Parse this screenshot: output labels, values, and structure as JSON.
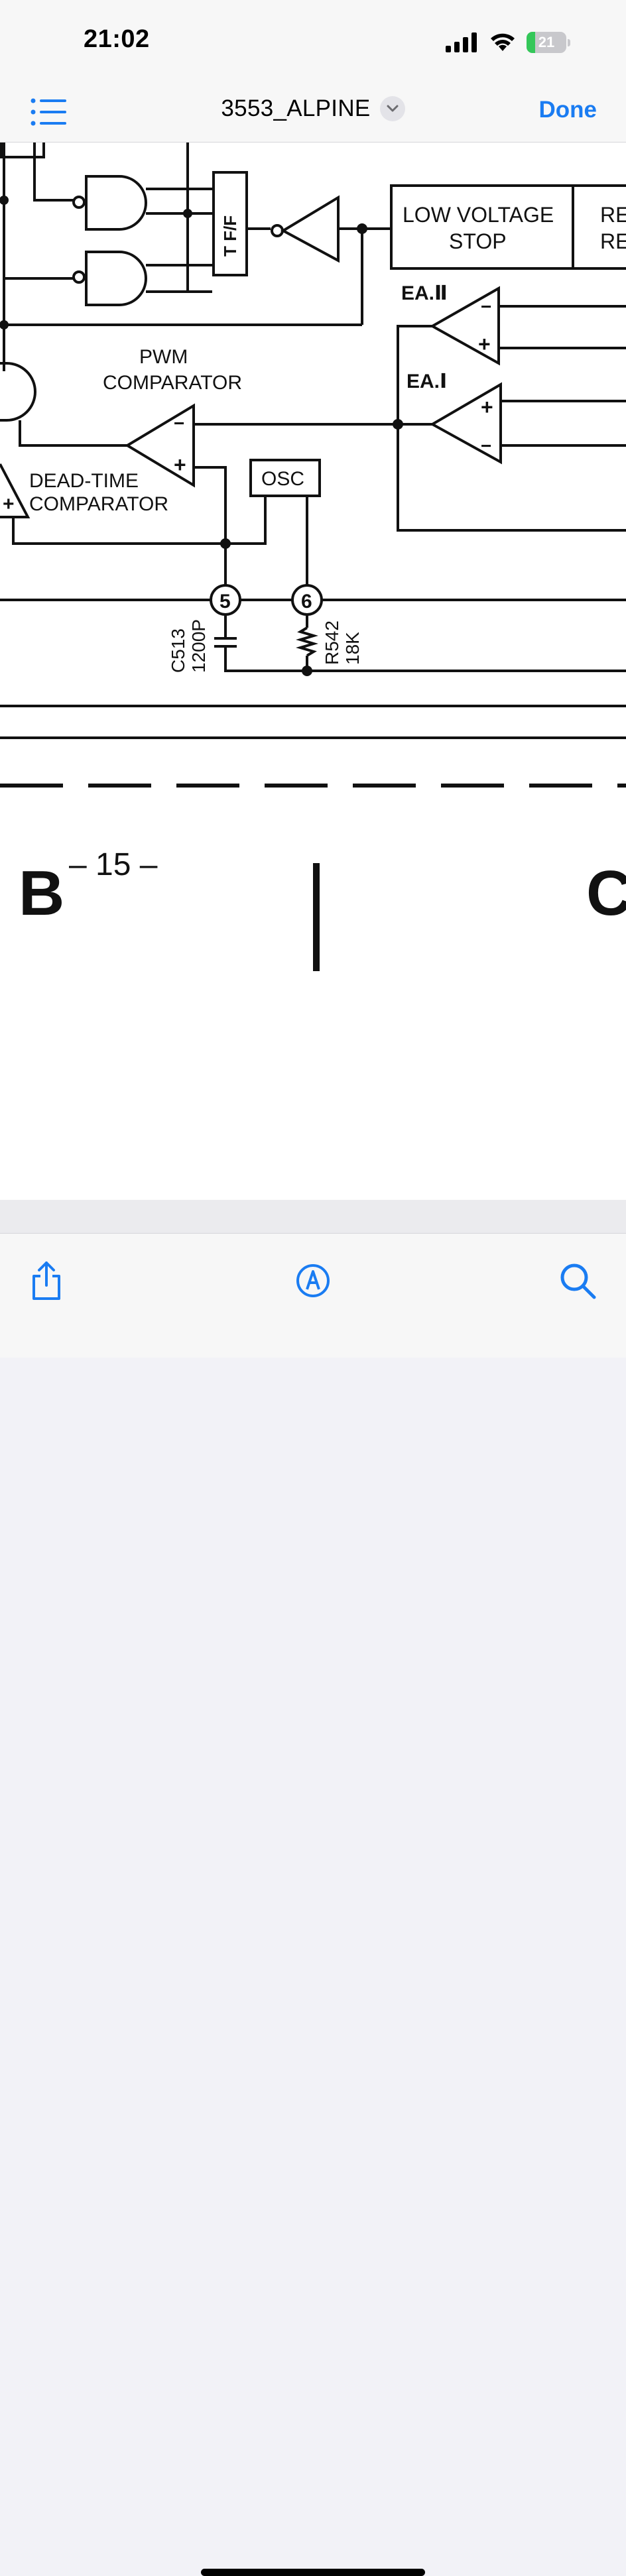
{
  "status_bar": {
    "time": "21:02",
    "battery_percent": "21",
    "battery_level": 0.21
  },
  "nav": {
    "title": "3553_ALPINE",
    "done_label": "Done"
  },
  "schematic": {
    "tff_label": "T F/F",
    "low_voltage_line1": "LOW  VOLTAGE",
    "low_voltage_line2": "STOP",
    "re_line1": "RE",
    "re_line2": "RE",
    "ea2_label": "EA.Ⅱ",
    "ea1_label": "EA.Ⅰ",
    "pwm_line1": "PWM",
    "pwm_line2": "COMPARATOR",
    "deadtime_line1": "DEAD-TIME",
    "deadtime_line2": "COMPARATOR",
    "osc_label": "OSC",
    "pin5": "5",
    "pin6": "6",
    "c513_name": "C513",
    "c513_value": "1200P",
    "r542_name": "R542",
    "r542_value": "18K",
    "minus": "−",
    "plus": "+"
  },
  "page_footer": {
    "section_b": "B",
    "page_number": "– 15 –",
    "section_c": "C"
  }
}
